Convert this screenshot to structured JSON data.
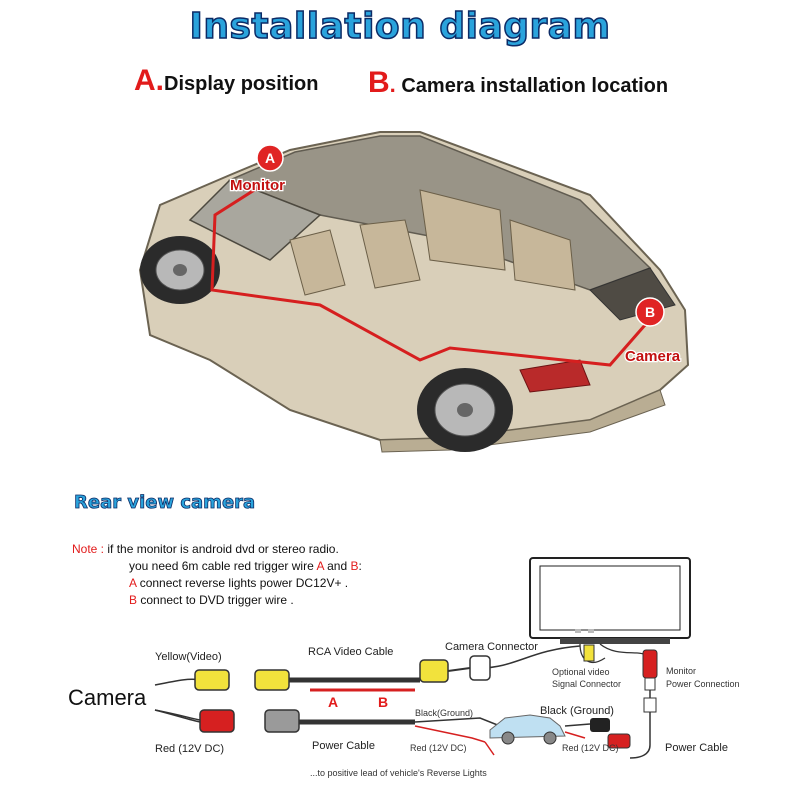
{
  "header": {
    "title": "Installation diagram"
  },
  "legend": {
    "a_letter": "A.",
    "a_text": "Display position",
    "b_letter": "B",
    "b_sep": ".",
    "b_text": "Camera installation location"
  },
  "car_diagram": {
    "marker_a": "A",
    "marker_b": "B",
    "monitor_label": "Monitor",
    "camera_label": "Camera"
  },
  "section": {
    "title": "Rear view camera"
  },
  "note": {
    "prefix": "Note :",
    "line1": "if the monitor is android dvd or stereo radio.",
    "line2_pre": "you need 6m cable red trigger wire",
    "wire_a": "A",
    "and": "and",
    "wire_b": "B",
    "colon": ":",
    "line3_text": "connect reverse lights power DC12V+ .",
    "line4_text": "connect to DVD trigger wire ."
  },
  "wiring": {
    "camera": "Camera",
    "yellow_video": "Yellow(Video)",
    "rca_cable": "RCA Video Cable",
    "camera_connector": "Camera Connector",
    "optional_video_1": "Optional video",
    "optional_video_2": "Signal Connector",
    "monitor_power_1": "Monitor",
    "monitor_power_2": "Power Connection",
    "marker_a": "A",
    "marker_b": "B",
    "black_ground_1": "Black(Ground)",
    "black_ground_2": "Black (Ground)",
    "red_12v": "Red (12V DC)",
    "red_12v_small_1": "Red (12V DC)",
    "red_12v_small_2": "Red (12V DC)",
    "power_cable_1": "Power Cable",
    "power_cable_2": "Power Cable",
    "reverse_lights": "...to positive lead of vehicle's Reverse Lights"
  },
  "colors": {
    "title_fill": "#2aa3dc",
    "title_outline": "#0c2b66",
    "accent_red": "#e21b1b",
    "car_body": "#d8cdb6",
    "wire_yellow": "#f2e23c",
    "wire_red": "#d62020"
  }
}
